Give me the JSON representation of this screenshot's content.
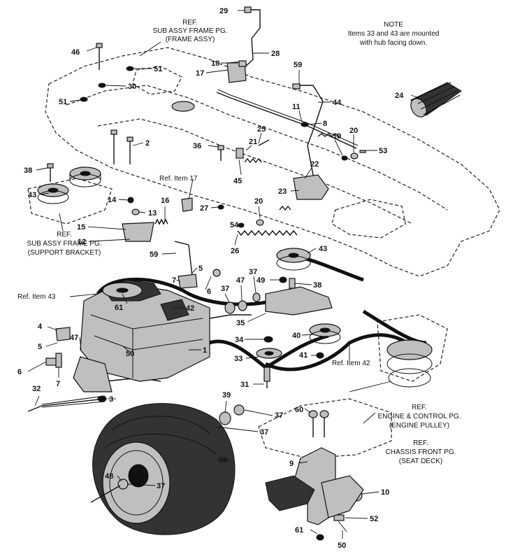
{
  "note": {
    "title": "NOTE",
    "line1": "Items 33 and 43 are mounted",
    "line2": "with hub facing down."
  },
  "refs": {
    "frame_assy": [
      "REF.",
      "SUB ASSY FRAME PG.",
      "(FRAME ASSY)"
    ],
    "support_bracket": [
      "REF.",
      "SUB ASSY FRAME PG.",
      "(SUPPORT BRACKET)"
    ],
    "engine_control": [
      "REF.",
      "ENGINE & CONTROL PG.",
      "(ENGINE PULLEY)"
    ],
    "chassis_front": [
      "REF.",
      "CHASSIS FRONT PG.",
      "(SEAT DECK)"
    ],
    "ref_item_17": "Ref. Item 17",
    "ref_item_43": "Ref. Item 43",
    "ref_item_42": "Ref. Item 42"
  },
  "callouts": {
    "c29": "29",
    "c28": "28",
    "c46": "46",
    "c51a": "51",
    "c30": "30",
    "c18": "18",
    "c17": "17",
    "c59a": "59",
    "c44": "44",
    "c24": "24",
    "c51b": "51",
    "c11": "11",
    "c8": "8",
    "c25": "25",
    "c19": "19",
    "c20a": "20",
    "c53": "53",
    "c2": "2",
    "c36": "36",
    "c21": "21",
    "c22": "22",
    "c38a": "38",
    "c43a": "43",
    "c45": "45",
    "c23": "23",
    "c14": "14",
    "c16": "16",
    "c27": "27",
    "c20b": "20",
    "c13": "13",
    "c15": "15",
    "c54": "54",
    "c12": "12",
    "c26": "26",
    "c43b": "43",
    "c59b": "59",
    "c5a": "5",
    "c37a": "37",
    "c7a": "7",
    "c6a": "6",
    "c37b": "37",
    "c47a": "47",
    "c49": "49",
    "c38b": "38",
    "c61a": "61",
    "c42": "42",
    "c35": "35",
    "c4": "4",
    "c47b": "47",
    "c34": "34",
    "c40": "40",
    "c5b": "5",
    "c50a": "50",
    "c1": "1",
    "c33": "33",
    "c41": "41",
    "c6b": "6",
    "c7b": "7",
    "c31": "31",
    "c32": "32",
    "c3": "3",
    "c39": "39",
    "c37c": "37",
    "c60": "60",
    "c37d": "37",
    "c55": "55",
    "c9": "9",
    "c48": "48",
    "c37e": "37",
    "c10": "10",
    "c52": "52",
    "c61b": "61",
    "c50b": "50"
  }
}
